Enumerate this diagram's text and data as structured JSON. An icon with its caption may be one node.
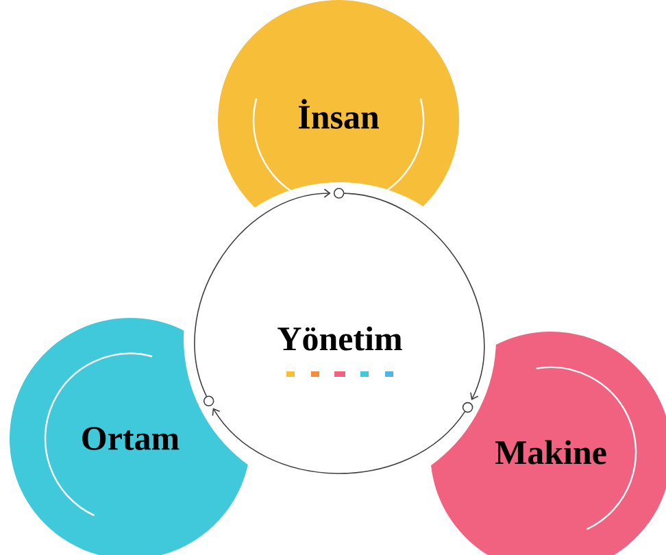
{
  "diagram": {
    "nodes": [
      {
        "text": [
          "İnsan"
        ]
      },
      {
        "text": [
          "Yönetim"
        ]
      },
      {
        "text": [
          "Ortam"
        ]
      },
      {
        "text": [
          "Makine"
        ]
      }
    ],
    "edges": [
      {
        "from": 0,
        "to": 3,
        "arrow": "to"
      },
      {
        "from": 3,
        "to": 2,
        "arrow": "to"
      },
      {
        "from": 2,
        "to": 0,
        "arrow": "to"
      }
    ]
  }
}
